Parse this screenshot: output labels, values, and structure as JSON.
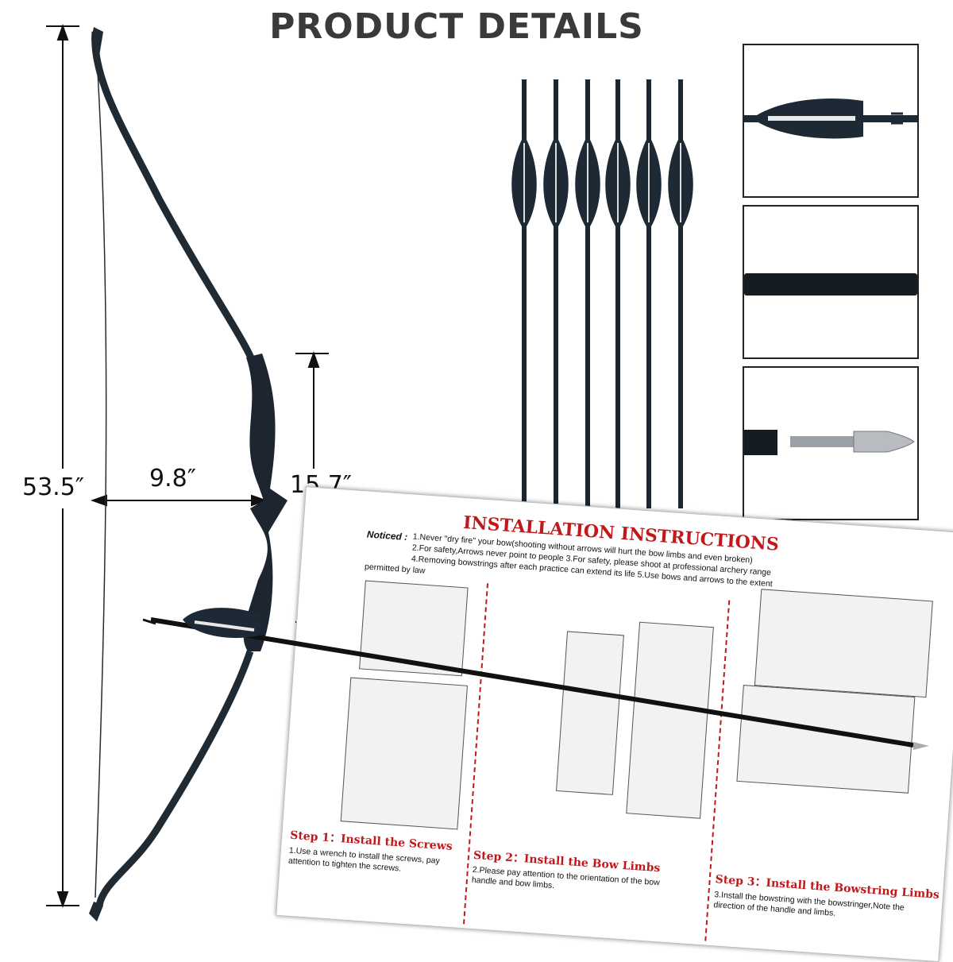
{
  "title": "PRODUCT DETAILS",
  "dimensions": {
    "height": "53.5″",
    "width": "9.8″",
    "riser": "15.7″"
  },
  "instructions": {
    "title": "INSTALLATION INSTRUCTIONS",
    "notice_label": "Noticed :",
    "notes": [
      "1.Never \"dry fire\" your bow(shooting without arrows will hurt the bow limbs and even broken)",
      "2.For safety,Arrows never point to people  3.For safety, please shoot at professional archery range",
      "4.Removing bowstrings after each practice can extend its life  5.Use bows and arrows to the extent",
      "permitted by law"
    ],
    "steps": [
      {
        "title": "Step 1：Install the Screws",
        "desc": "1.Use a wrench to install the screws, pay attention to tighten the screws."
      },
      {
        "title": "Step 2：Install the Bow Limbs",
        "desc": "2.Please pay attention to the orientation of the bow handle and bow limbs."
      },
      {
        "title": "Step 3：Install the Bowstring Limbs",
        "desc": "3.Install the bowstring with the bowstringer,Note the direction of the handle and limbs."
      }
    ]
  }
}
